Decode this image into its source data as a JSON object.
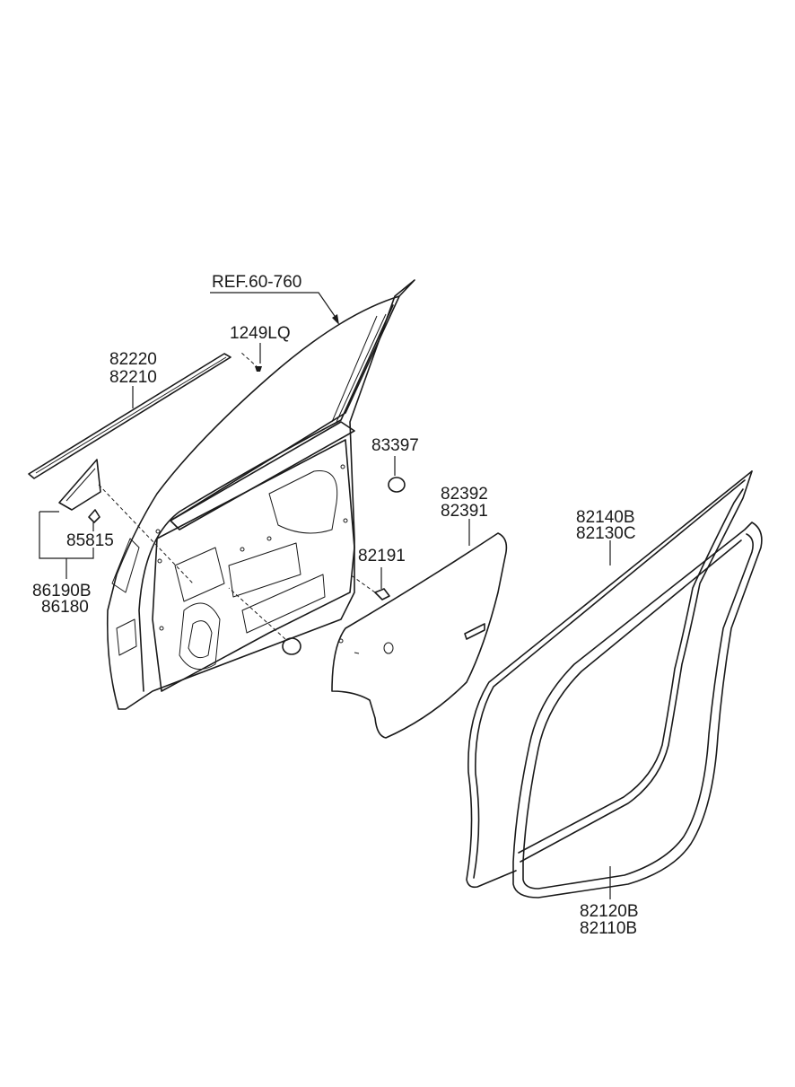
{
  "labels": {
    "ref": "REF.60-760",
    "bolt": "1249LQ",
    "molding_a": "82220",
    "molding_b": "82210",
    "plug_a": "83397",
    "plug_b": "82191",
    "film_a": "82392",
    "film_b": "82391",
    "seal_outer_a": "82140B",
    "seal_outer_b": "82130C",
    "seal_inner_a": "82120B",
    "seal_inner_b": "82110B",
    "clip": "85815",
    "garnish_a": "86190B",
    "garnish_b": "86180"
  }
}
